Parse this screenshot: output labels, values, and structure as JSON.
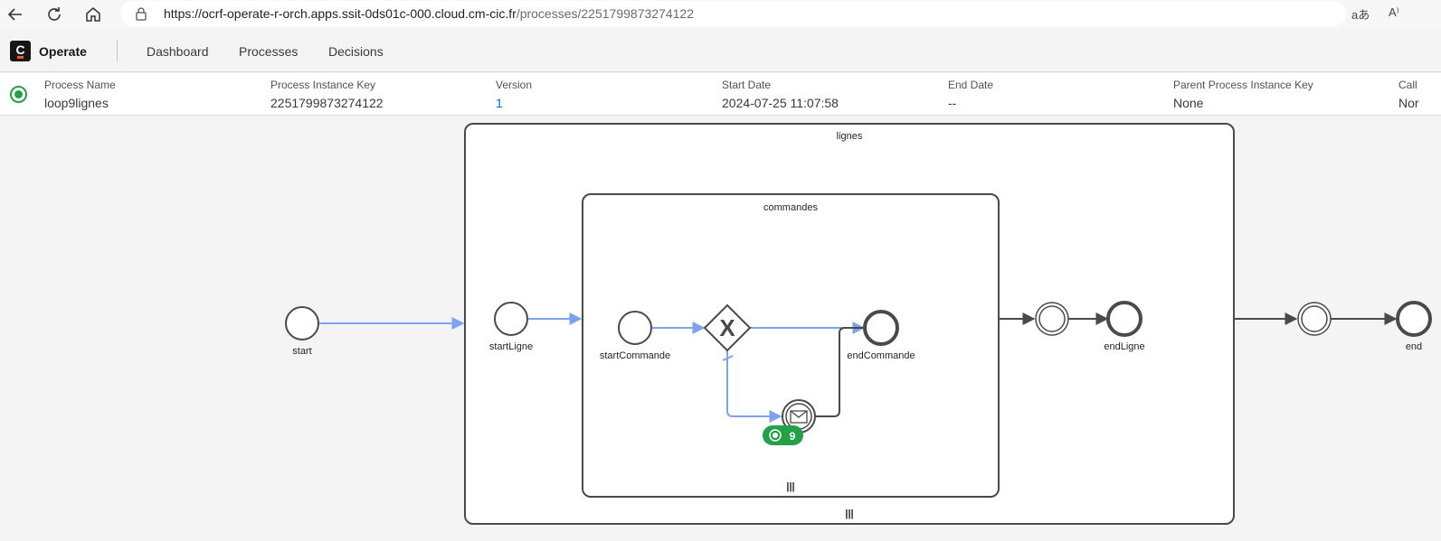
{
  "browser": {
    "url_host": "https://ocrf-operate-r-orch.apps.ssit-0ds01c-000.cloud.cm-cic.fr",
    "url_path": "/processes/2251799873274122",
    "read_aloud_label": "aあ",
    "immersive_label": "A⁾"
  },
  "app": {
    "title": "Operate",
    "logo_letter": "C",
    "nav": [
      "Dashboard",
      "Processes",
      "Decisions"
    ]
  },
  "instance": {
    "state": "active",
    "state_color": "#24a148",
    "fields": [
      {
        "label": "Process Name",
        "value": "loop9lignes"
      },
      {
        "label": "Process Instance Key",
        "value": "2251799873274122"
      },
      {
        "label": "Version",
        "value": "1"
      },
      {
        "label": "Start Date",
        "value": "2024-07-25 11:07:58"
      },
      {
        "label": "End Date",
        "value": "--"
      },
      {
        "label": "Parent Process Instance Key",
        "value": "None"
      },
      {
        "label": "Call",
        "value": "Nor"
      }
    ]
  },
  "diagram": {
    "subprocesses": [
      {
        "name": "lignes",
        "marker": "|||"
      },
      {
        "name": "commandes",
        "marker": "|||"
      }
    ],
    "elements": {
      "start": "start",
      "startLigne": "startLigne",
      "startCommande": "startCommande",
      "gateway": "X",
      "endCommande": "endCommande",
      "endLigne": "endLigne",
      "end": "end"
    },
    "active_badge": {
      "count": "9",
      "color": "#24a148"
    },
    "colors": {
      "taken_flow": "#7ba3ee",
      "default_flow": "#4a4a4a",
      "stroke": "#4a4a4a"
    }
  }
}
